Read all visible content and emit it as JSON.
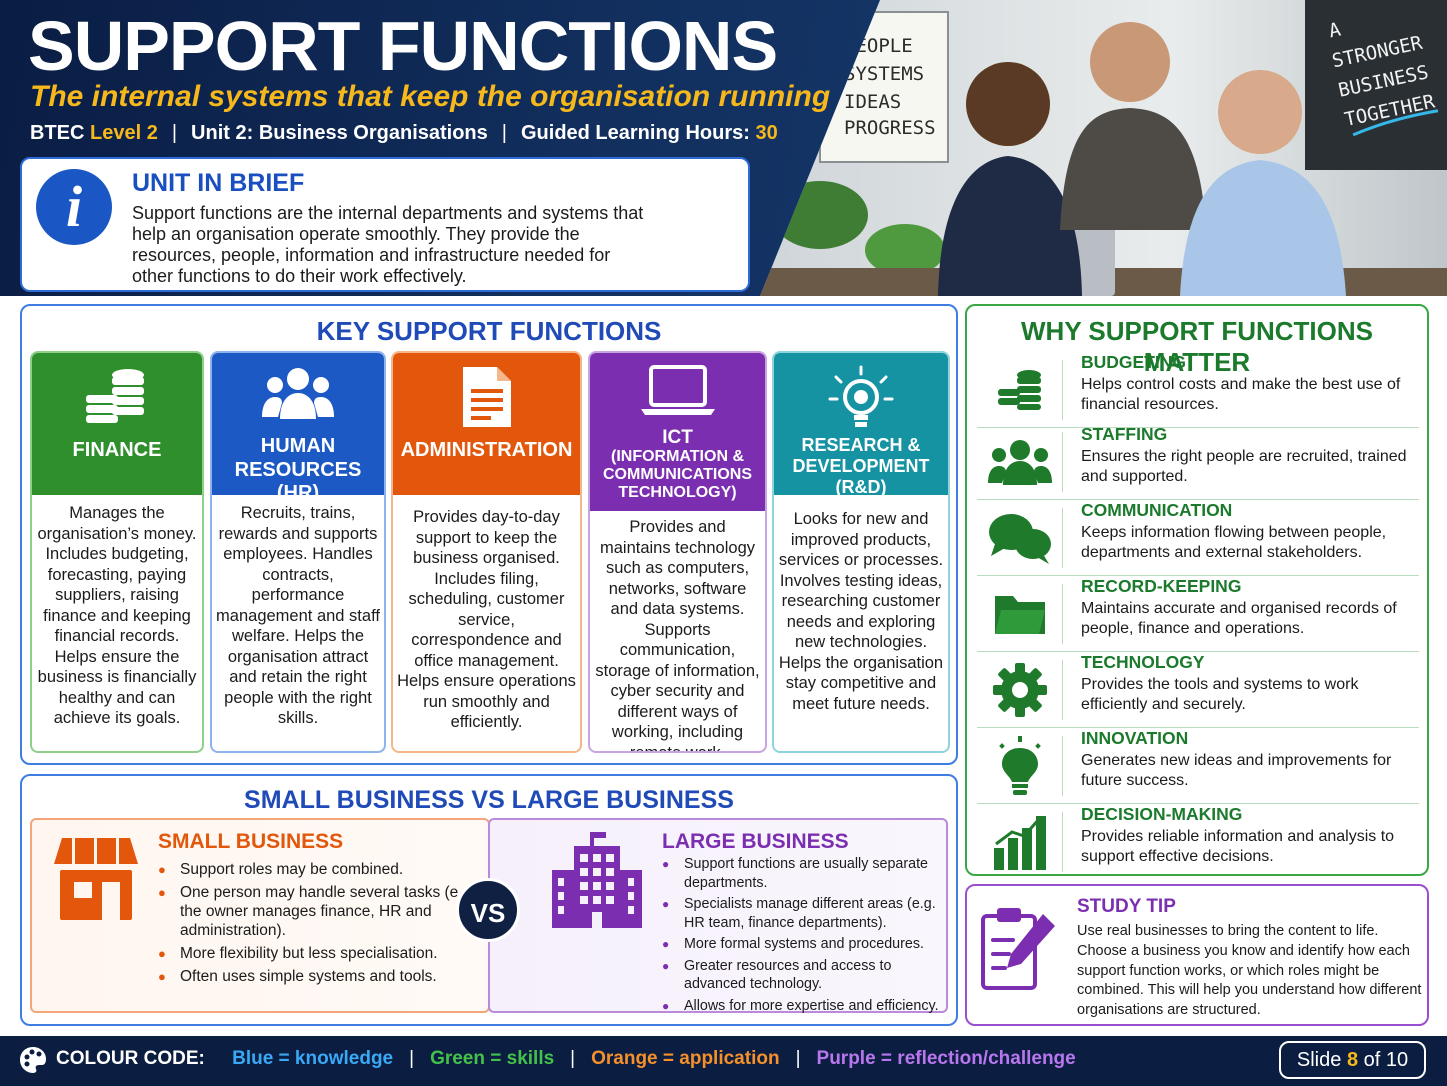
{
  "header": {
    "title": "SUPPORT FUNCTIONS",
    "subtitle": "The internal systems that keep the organisation running",
    "meta": {
      "level_prefix": "BTEC",
      "level_value": "Level 2",
      "unit": "Unit 2: Business Organisations",
      "hours_label": "Guided Learning Hours:",
      "hours_value": "30"
    },
    "photo_signs": {
      "left_lines": [
        "PEOPLE",
        "SYSTEMS",
        "IDEAS",
        "PROGRESS"
      ],
      "right_lines": [
        "A",
        "STRONGER",
        "BUSINESS",
        "TOGETHER"
      ]
    }
  },
  "brief": {
    "title": "UNIT IN BRIEF",
    "text": "Support functions are the internal departments and systems that help an organisation operate smoothly. They provide the resources, people, information and infrastructure needed for other functions to do their work effectively."
  },
  "key_functions": {
    "title": "KEY SUPPORT FUNCTIONS",
    "cards": [
      {
        "name_lines": [
          "FINANCE"
        ],
        "icon": "coins-icon",
        "color": "#2f8f2c",
        "desc": "Manages the organisation’s money. Includes budgeting, forecasting, paying suppliers, raising finance and keeping financial records. Helps ensure the business is financially healthy and can achieve its goals."
      },
      {
        "name_lines": [
          "HUMAN",
          "RESOURCES (HR)"
        ],
        "icon": "people-icon",
        "color": "#1c59c4",
        "desc": "Recruits, trains, rewards and supports employees. Handles contracts, performance management and staff welfare. Helps the organisation attract and retain the right people with the right skills."
      },
      {
        "name_lines": [
          "ADMINISTRATION"
        ],
        "icon": "document-icon",
        "color": "#e2570c",
        "desc": "Provides day-to-day support to keep the business organised. Includes filing, scheduling, customer service, correspondence and office management. Helps ensure operations run smoothly and efficiently."
      },
      {
        "name_lines": [
          "ICT",
          "(INFORMATION &",
          "COMMUNICATIONS",
          "TECHNOLOGY)"
        ],
        "icon": "laptop-icon",
        "color": "#7b2fb0",
        "desc": "Provides and maintains technology such as computers, networks, software and data systems. Supports communication, storage of information, cyber security and different ways of working, including remote work."
      },
      {
        "name_lines": [
          "RESEARCH &",
          "DEVELOPMENT (R&D)"
        ],
        "icon": "lightbulb-gear-icon",
        "color": "#1593a3",
        "desc": "Looks for new and improved products, services or processes. Involves testing ideas, researching customer needs and exploring new technologies. Helps the organisation stay competitive and meet future needs."
      }
    ]
  },
  "comparison": {
    "title": "SMALL BUSINESS VS LARGE BUSINESS",
    "vs": "VS",
    "small": {
      "title": "SMALL BUSINESS",
      "icon": "shop-icon",
      "points": [
        "Support roles may be combined.",
        "One person may handle several tasks (e.g. the owner manages finance, HR and administration).",
        "More flexibility but less specialisation.",
        "Often uses simple systems and tools."
      ]
    },
    "large": {
      "title": "LARGE BUSINESS",
      "icon": "office-building-icon",
      "points": [
        "Support functions are usually separate departments.",
        "Specialists manage different areas (e.g. HR team, finance departments).",
        "More formal systems and procedures.",
        "Greater resources and access to advanced technology.",
        "Allows for more expertise and efficiency."
      ]
    }
  },
  "why": {
    "title": "WHY SUPPORT FUNCTIONS MATTER",
    "items": [
      {
        "title": "BUDGETING",
        "icon": "coins-icon",
        "text": "Helps control costs and make the best use of financial resources."
      },
      {
        "title": "STAFFING",
        "icon": "people-icon",
        "text": "Ensures the right people are recruited, trained and supported."
      },
      {
        "title": "COMMUNICATION",
        "icon": "chat-bubbles-icon",
        "text": "Keeps information flowing between people, departments and external stakeholders."
      },
      {
        "title": "RECORD-KEEPING",
        "icon": "folder-icon",
        "text": "Maintains accurate and organised records of people, finance and operations."
      },
      {
        "title": "TECHNOLOGY",
        "icon": "gear-icon",
        "text": "Provides the tools and systems to work efficiently and securely."
      },
      {
        "title": "INNOVATION",
        "icon": "lightbulb-icon",
        "text": "Generates new ideas and improvements for future success."
      },
      {
        "title": "DECISION-MAKING",
        "icon": "bar-chart-icon",
        "text": "Provides reliable information and analysis to support effective decisions."
      }
    ]
  },
  "tip": {
    "title": "STUDY TIP",
    "icon": "clipboard-pencil-icon",
    "text": "Use real businesses to bring the content to life. Choose a business you know and identify how each support function works, or which roles might be combined. This will help you understand how different organisations are structured."
  },
  "footer": {
    "label": "COLOUR CODE:",
    "codes": {
      "blue": "Blue = knowledge",
      "green": "Green = skills",
      "orange": "Orange = application",
      "purple": "Purple = reflection/challenge"
    },
    "slide_prefix": "Slide",
    "slide_num": "8",
    "slide_suffix": "of 10"
  },
  "colors": {
    "navy": "#0e2450",
    "gold": "#f6b81b",
    "blue": "#1c59c4",
    "green": "#2f8f2c",
    "orange": "#e2570c",
    "purple": "#7b2fb0",
    "teal": "#1593a3"
  }
}
